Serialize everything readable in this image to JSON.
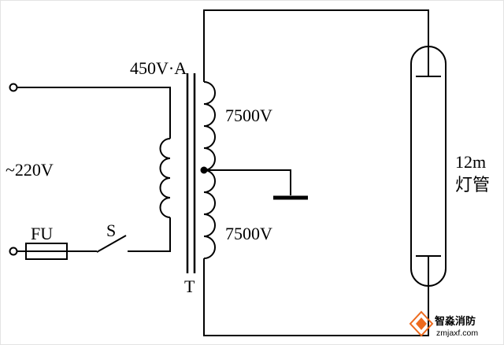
{
  "diagram": {
    "type": "circuit-schematic",
    "labels": {
      "source": "~220V",
      "fuse": "FU",
      "switch": "S",
      "rating": "450V·A",
      "secondary_top": "7500V",
      "secondary_bottom": "7500V",
      "transformer": "T",
      "lamp_length": "12m",
      "lamp_name": "灯管"
    }
  },
  "watermark": {
    "brand": "智淼消防",
    "site": "zmjaxf.com"
  },
  "colors": {
    "line": "#000000",
    "background": "#ffffff",
    "watermark_orange": "#ed6a1e",
    "watermark_red": "#d93a2b"
  }
}
